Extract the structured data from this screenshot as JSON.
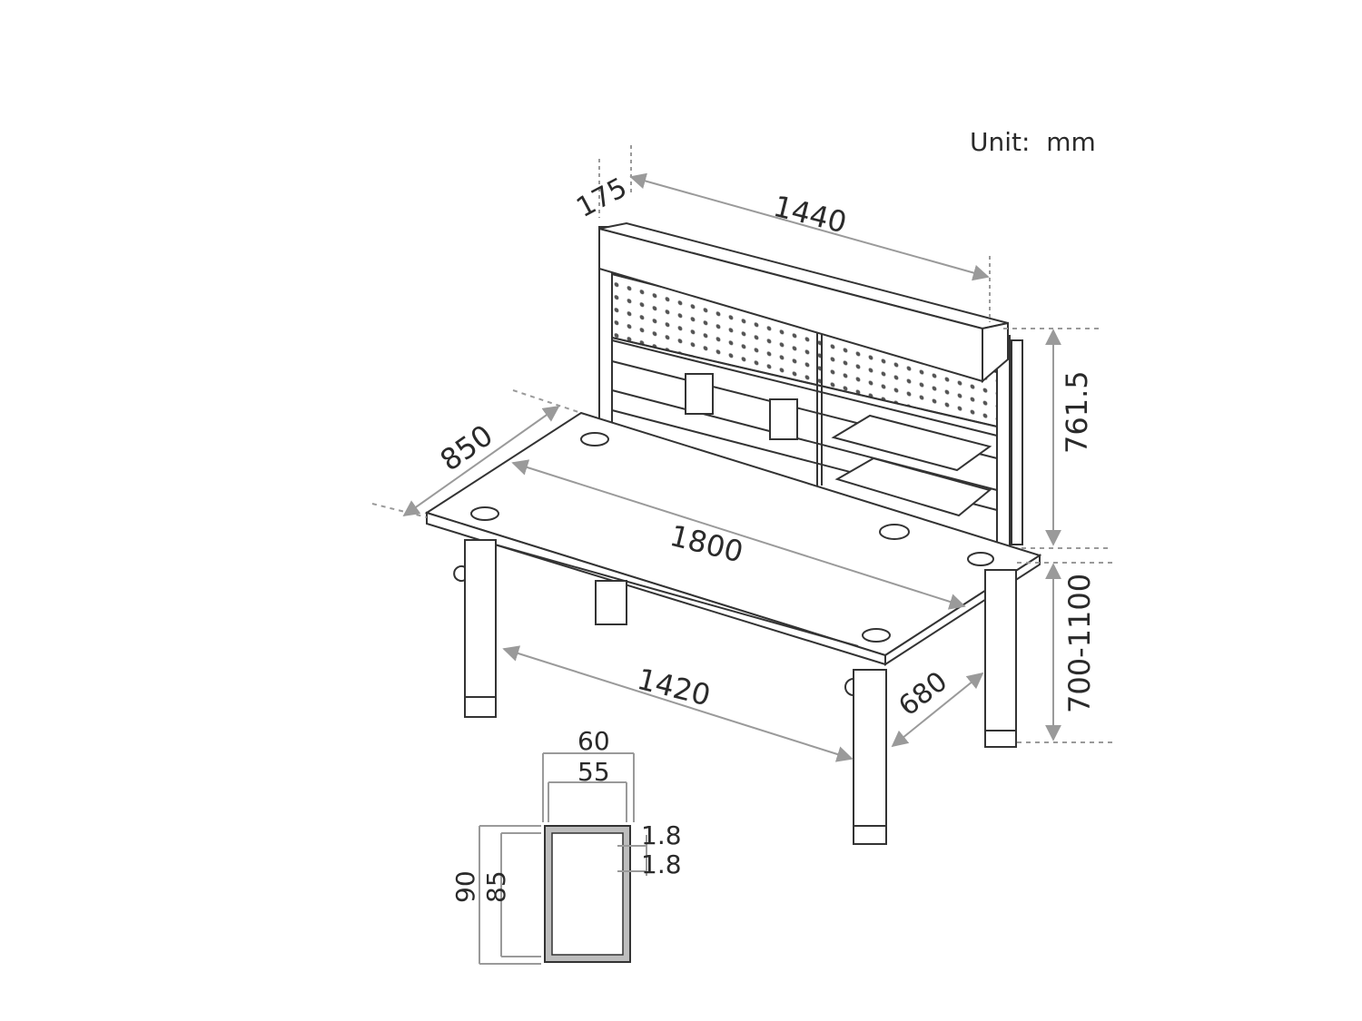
{
  "unit_note": "Unit:  mm",
  "dimensions": {
    "shelf_depth": "175",
    "shelf_width": "1440",
    "desk_depth": "850",
    "desk_width": "1800",
    "frame_height": "761.5",
    "desk_height": "700-1100",
    "leg_span_width": "1420",
    "leg_span_depth": "680"
  },
  "leg_section": {
    "outer_width": "60",
    "inner_width": "55",
    "outer_height": "90",
    "inner_height": "85",
    "wall_top": "1.8",
    "wall_side": "1.8"
  },
  "colors": {
    "line": "#333333",
    "dim_line": "#9a9a9a",
    "fill": "#ffffff",
    "hatch": "#7a7a7a"
  }
}
